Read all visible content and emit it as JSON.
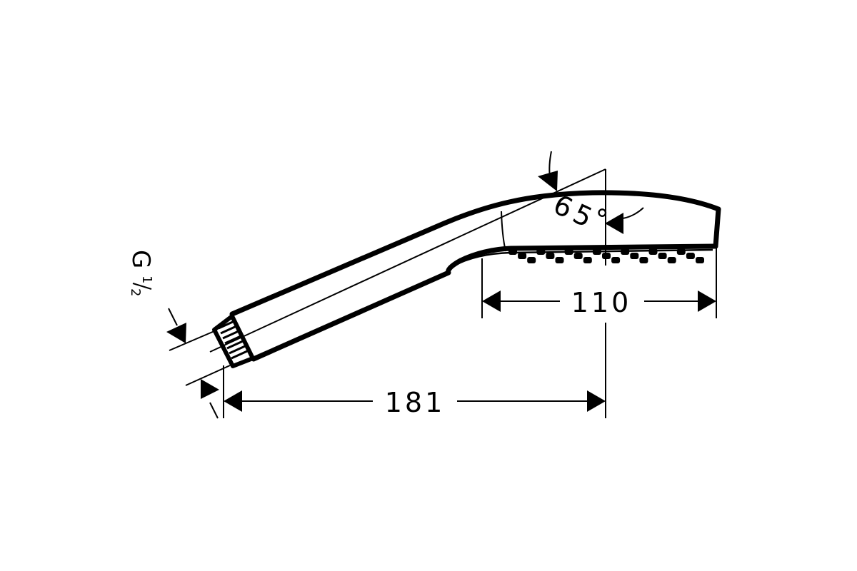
{
  "drawing": {
    "dimensions": {
      "overall_length": "181",
      "head_length": "110",
      "angle_value": "65",
      "angle_unit": "°"
    },
    "thread": {
      "letter": "G",
      "numerator": "1",
      "denominator": "2"
    },
    "colors": {
      "line": "#000000",
      "background": "#ffffff"
    }
  }
}
